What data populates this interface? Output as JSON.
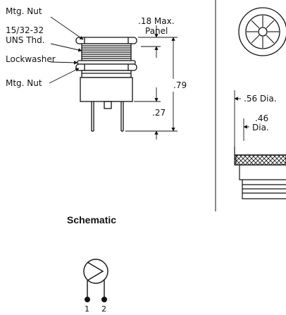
{
  "side_view": {
    "callouts": {
      "mtg_nut_top": "Mtg. Nut",
      "thread_line1": "15/32-32",
      "thread_line2": "UNS Thd.",
      "lockwasher": "Lockwasher",
      "mtg_nut_bottom": "Mtg. Nut"
    },
    "dimensions": {
      "panel_line1": ".18 Max.",
      "panel_line2": "Panel",
      "overall": ".79",
      "pins": ".27"
    }
  },
  "end_view": {
    "dimensions": {
      "outer_dia": ".56 Dia.",
      "inner_dia_line1": ".46",
      "inner_dia_line2": "Dia."
    }
  },
  "schematic": {
    "title": "Schematic",
    "pin1": "1",
    "pin2": "2"
  }
}
